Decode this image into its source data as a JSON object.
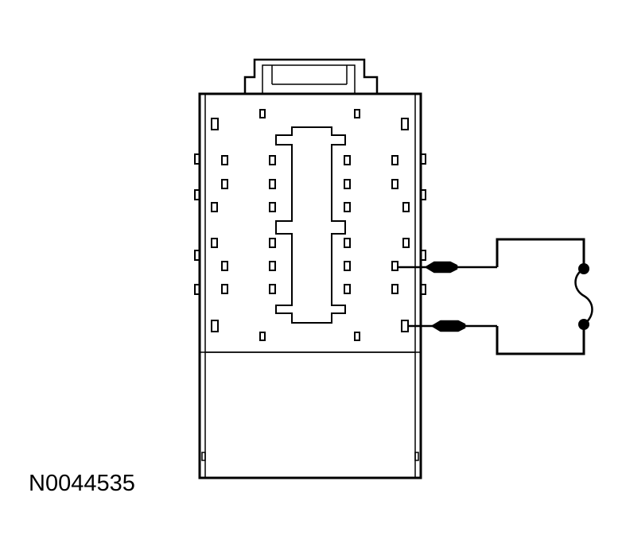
{
  "figure": {
    "id": "N0044535"
  },
  "components": {
    "connector": "fuse-box-connector",
    "fuse": "fuse-symbol",
    "probes": [
      "test-probe-upper",
      "test-probe-lower"
    ]
  },
  "colors": {
    "line": "#000000",
    "background": "#ffffff"
  }
}
